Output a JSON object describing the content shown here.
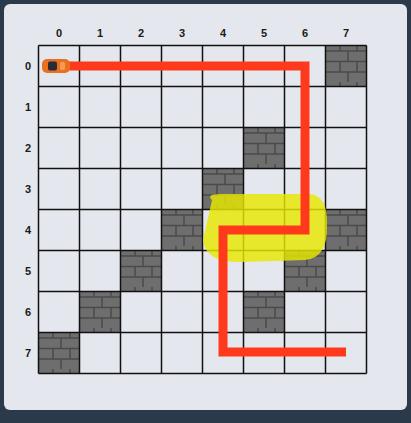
{
  "diagram": {
    "labels": [
      "0",
      "1",
      "2",
      "3",
      "4",
      "5",
      "6",
      "7",
      "0",
      "1",
      "2",
      "3",
      "4",
      "5",
      "6",
      "7"
    ]
  }
}
